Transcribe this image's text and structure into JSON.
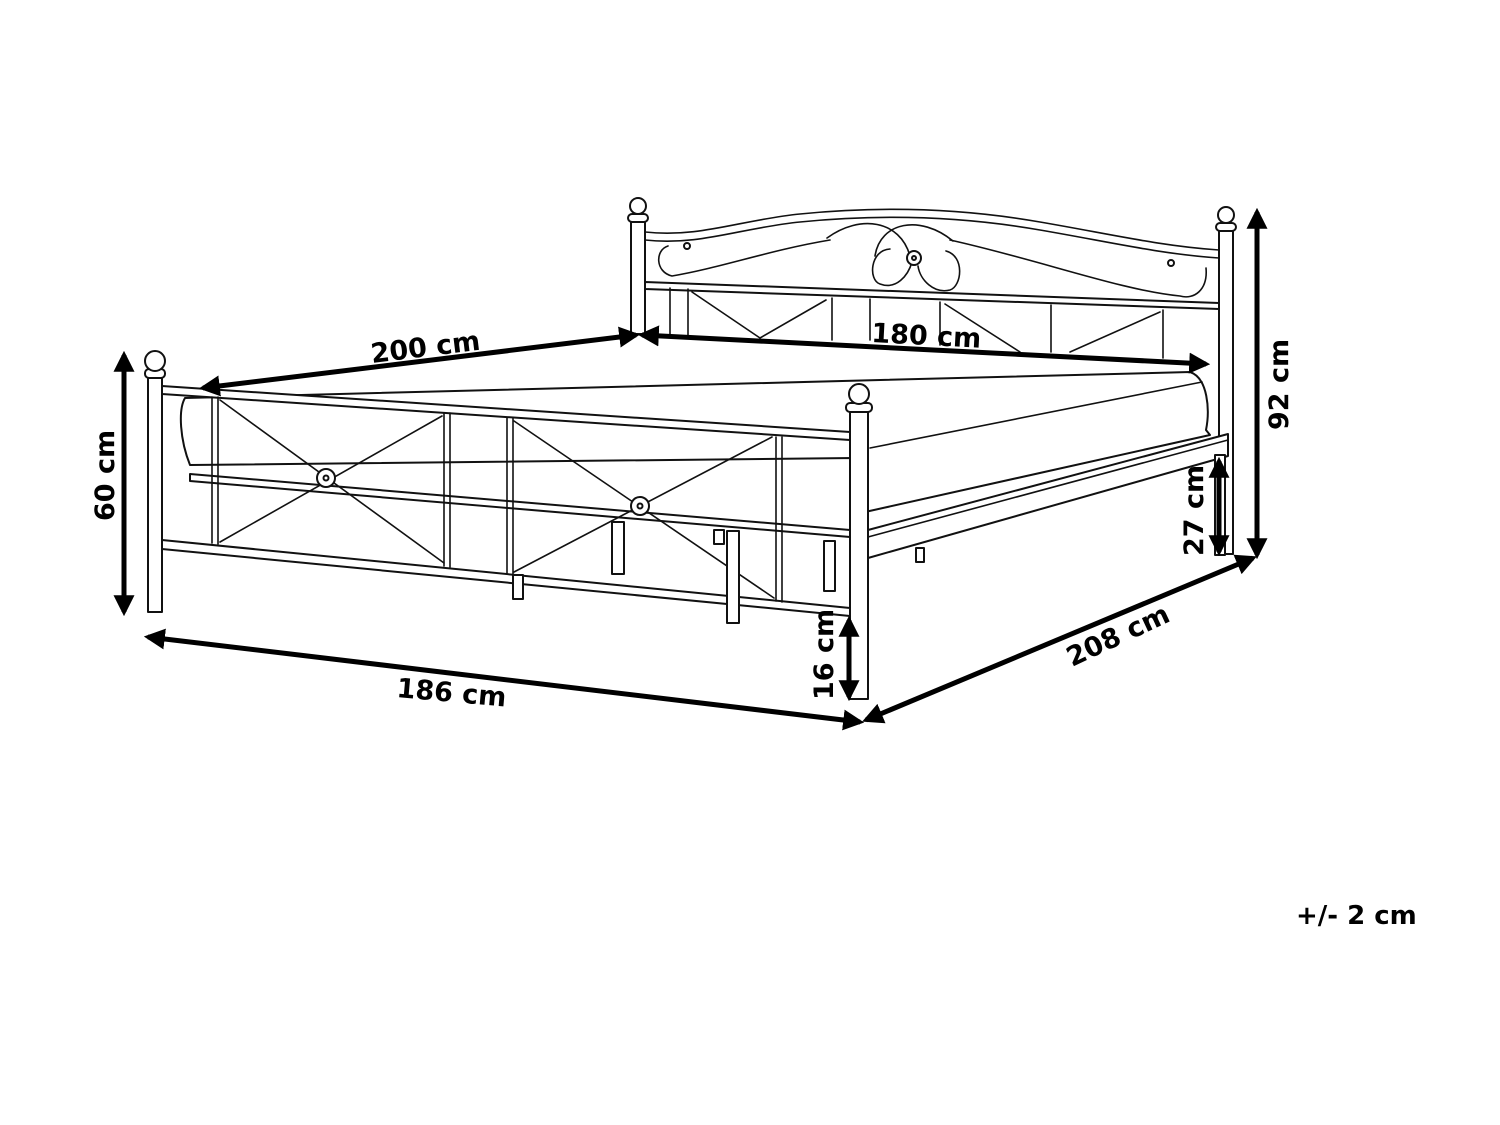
{
  "diagram": {
    "subject": "Metal double bed frame with headboard, footboard and mattress",
    "dimensions": {
      "length_inner": "200 cm",
      "width_inner": "180 cm",
      "headboard_height": "92 cm",
      "footboard_height": "60 cm",
      "width_overall": "186 cm",
      "length_overall": "208 cm",
      "side_rail_height": "27 cm",
      "floor_clearance": "16 cm"
    },
    "tolerance": "+/- 2 cm",
    "colors": {
      "line": "#111111",
      "background": "#ffffff",
      "arrow": "#000000"
    }
  }
}
